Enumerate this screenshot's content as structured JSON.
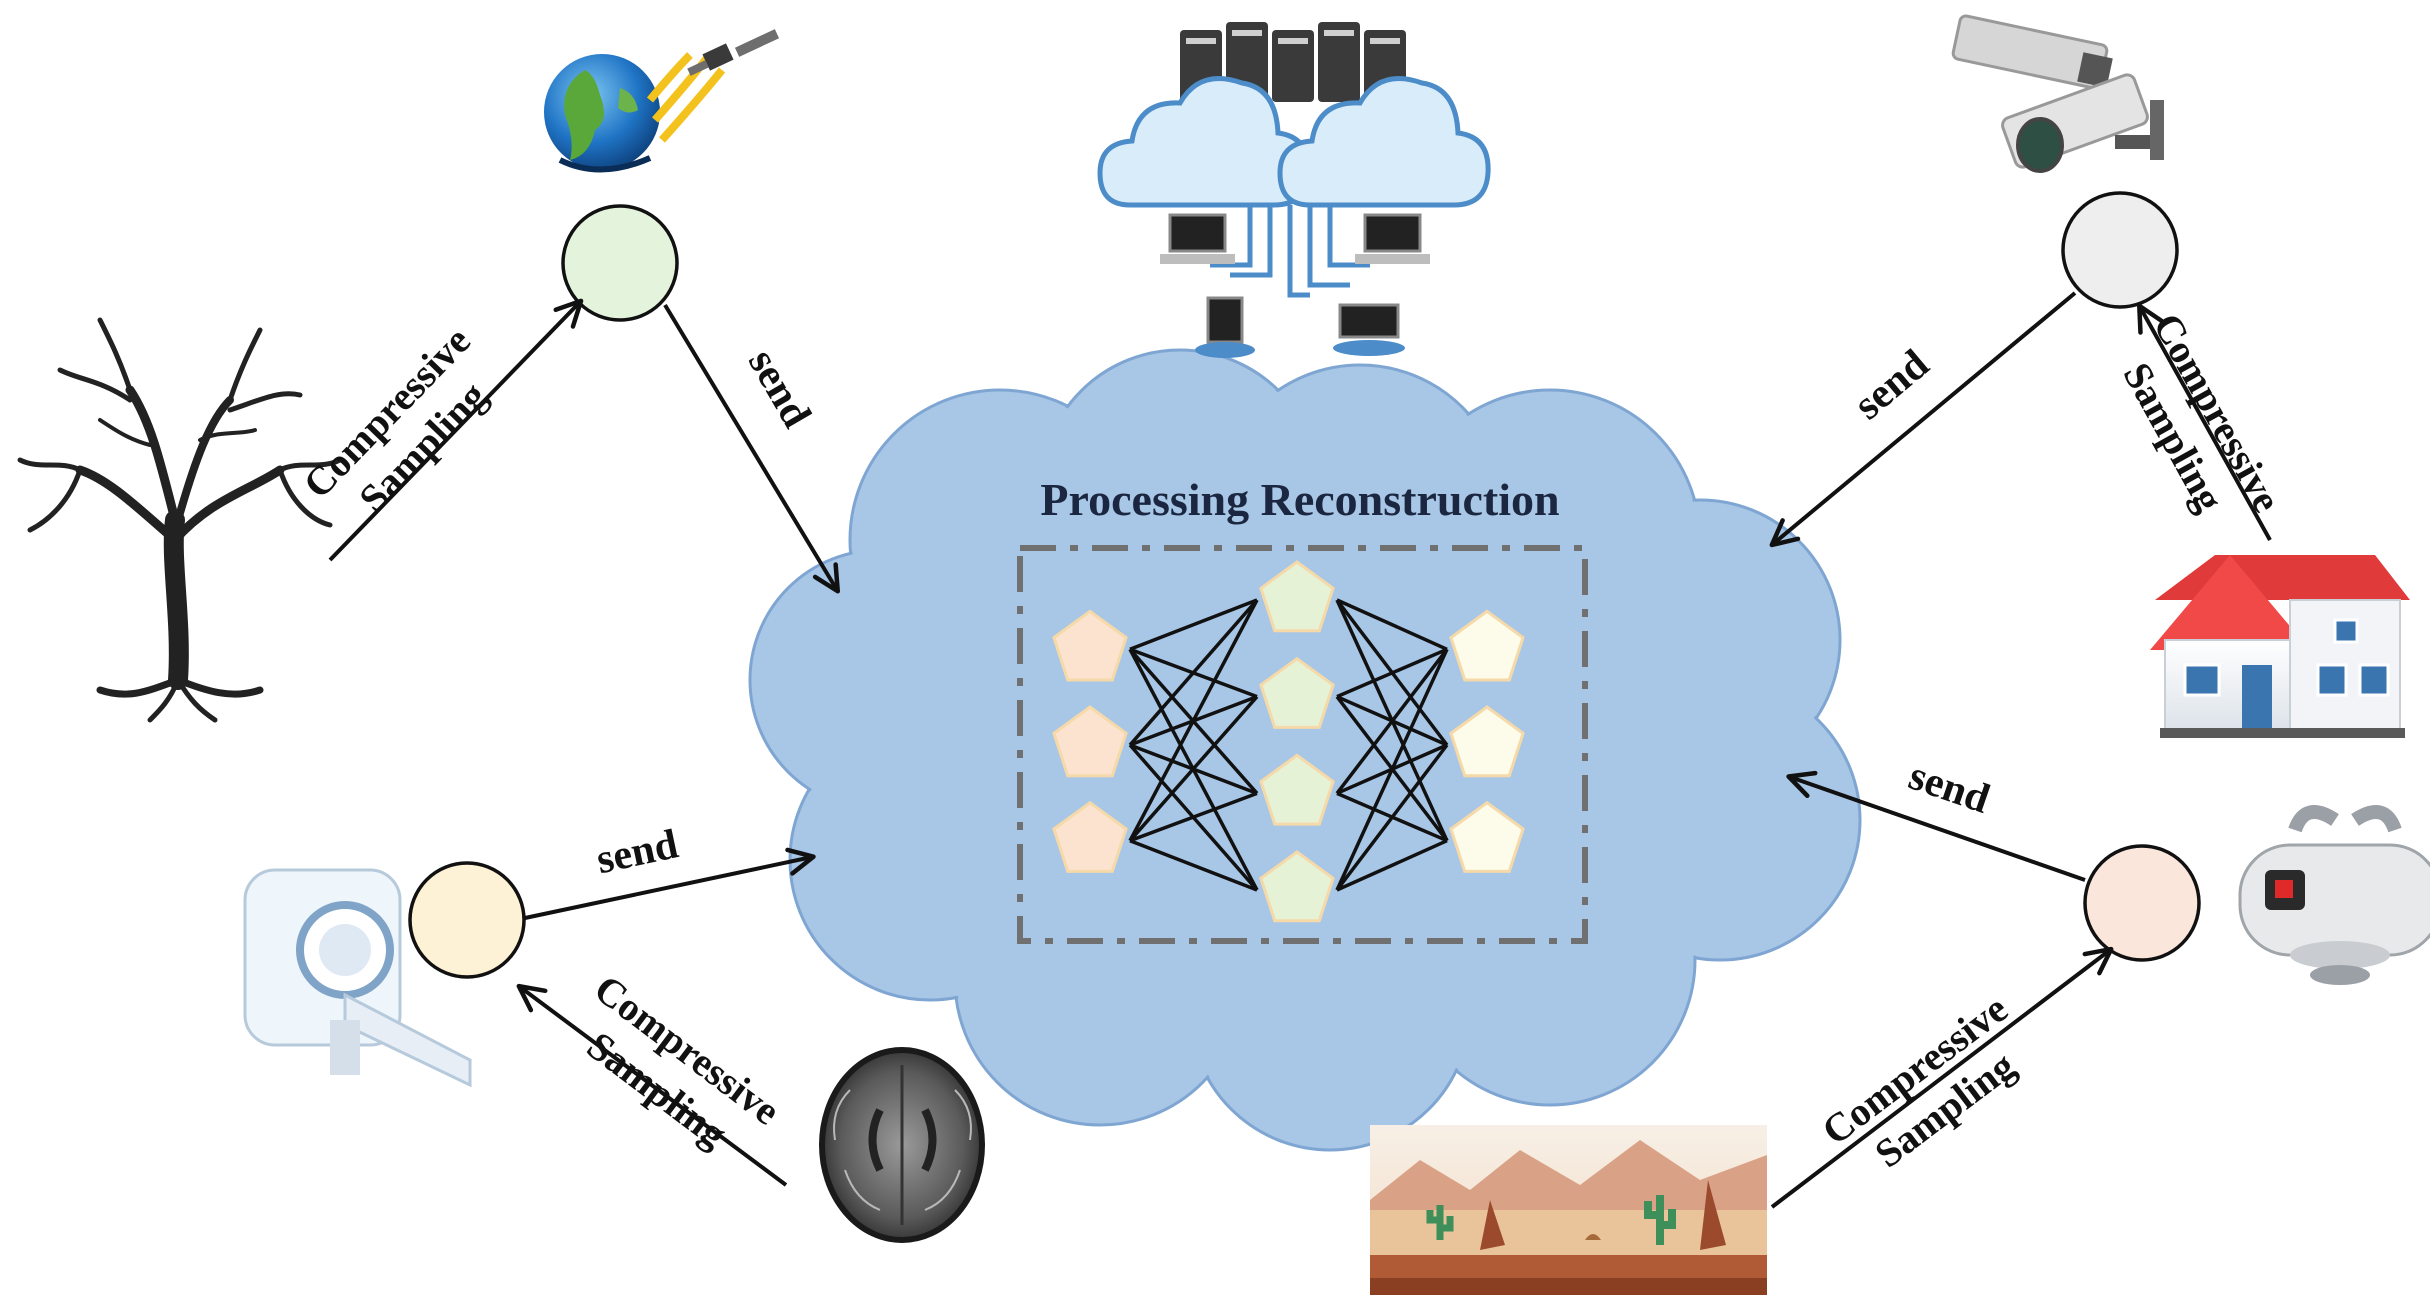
{
  "center": {
    "title": "Processing Reconstruction"
  },
  "labels": {
    "send": "send",
    "cs_line1": "Compressive",
    "cs_line2": "Sampling"
  },
  "network": {
    "layers": [
      3,
      4,
      3
    ],
    "layer_colors": [
      "#fbe3cf",
      "#e6f2d5",
      "#fdfbe9"
    ]
  },
  "colors": {
    "cloud": "#a8c6e6",
    "cloud_stroke": "#7fa6d2",
    "node_satellite": "#e4f4dc",
    "node_camera": "#eeeeee",
    "node_scanner": "#fdf2d5",
    "node_robot": "#fbe6dc",
    "arrow": "#111111",
    "dashed_box": "#707070"
  },
  "icons": [
    "satellite-earth-icon",
    "cloud-servers-icon",
    "surveillance-camera-icon",
    "dead-tree-icon",
    "house-icon",
    "mri-scanner-icon",
    "brain-mri-icon",
    "robot-icon",
    "desert-landscape-icon"
  ]
}
